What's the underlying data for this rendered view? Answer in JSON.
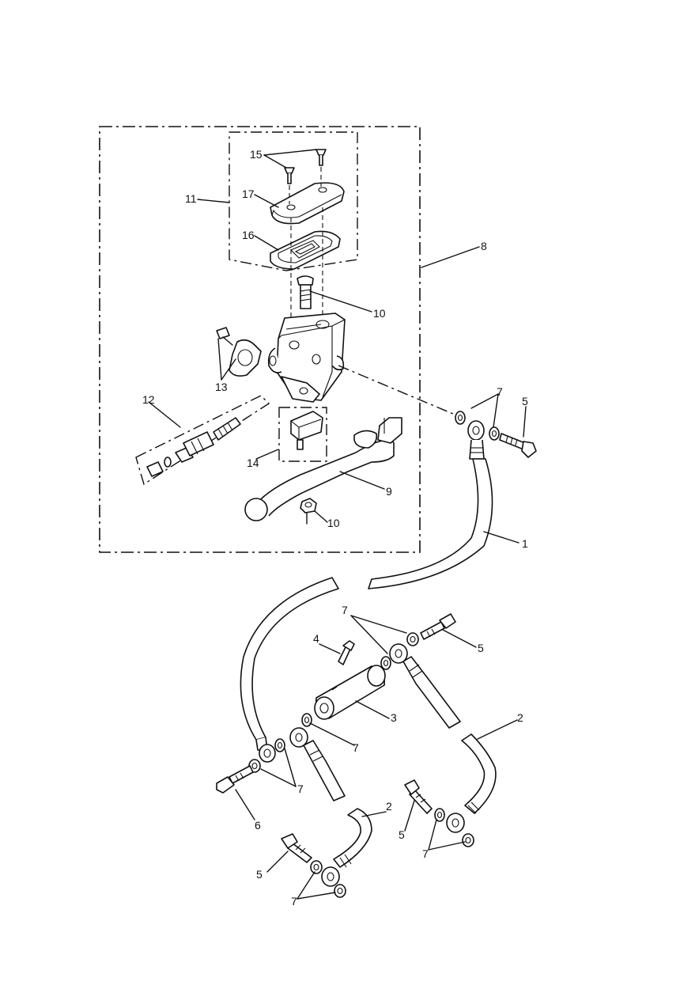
{
  "callouts": {
    "c15": "15",
    "c17": "17",
    "c11": "11",
    "c16": "16",
    "c8": "8",
    "c10a": "10",
    "c13": "13",
    "c12": "12",
    "c14": "14",
    "c9": "9",
    "c10b": "10",
    "c7a": "7",
    "c5a": "5",
    "c1": "1",
    "c7b": "7",
    "c5b": "5",
    "c4": "4",
    "c3": "3",
    "c7c": "7",
    "c2a": "2",
    "c7d": "7",
    "c6": "6",
    "c2b": "2",
    "c5c": "5",
    "c7e": "7",
    "c5d": "5",
    "c7f": "7"
  }
}
